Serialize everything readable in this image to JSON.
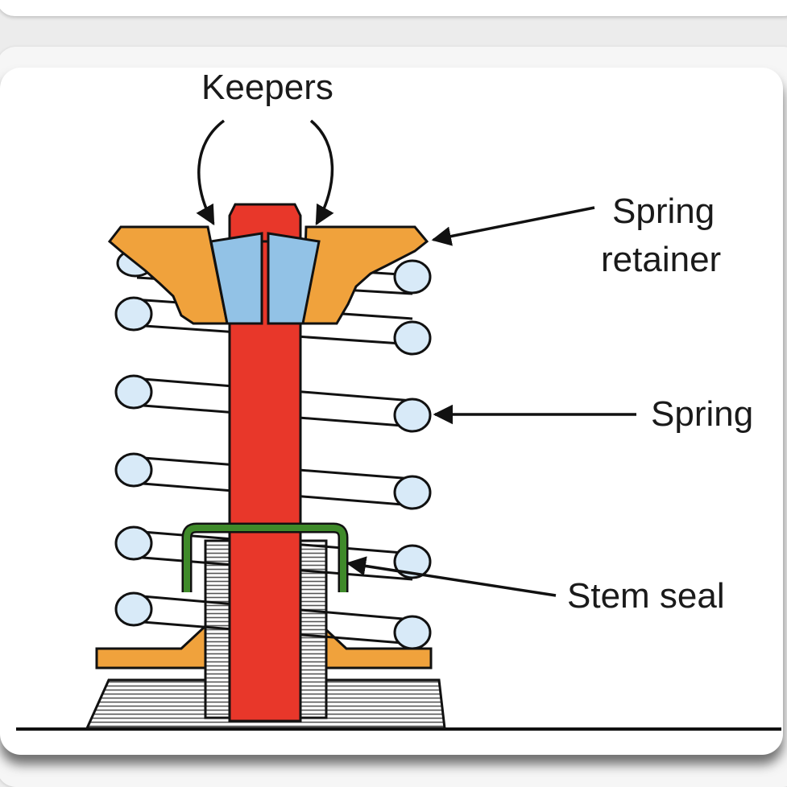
{
  "diagram": {
    "labels": {
      "keepers": "Keepers",
      "spring_retainer_line1": "Spring",
      "spring_retainer_line2": "retainer",
      "spring": "Spring",
      "stem_seal": "Stem seal"
    },
    "colors": {
      "valve_stem": "#e8372a",
      "spring_retainer": "#f0a23c",
      "keepers": "#92c2e6",
      "spring_coil": "#d8eaf8",
      "stem_seal": "#3f8a2a",
      "guide_hatch": "#555555",
      "outline": "#111111"
    }
  }
}
